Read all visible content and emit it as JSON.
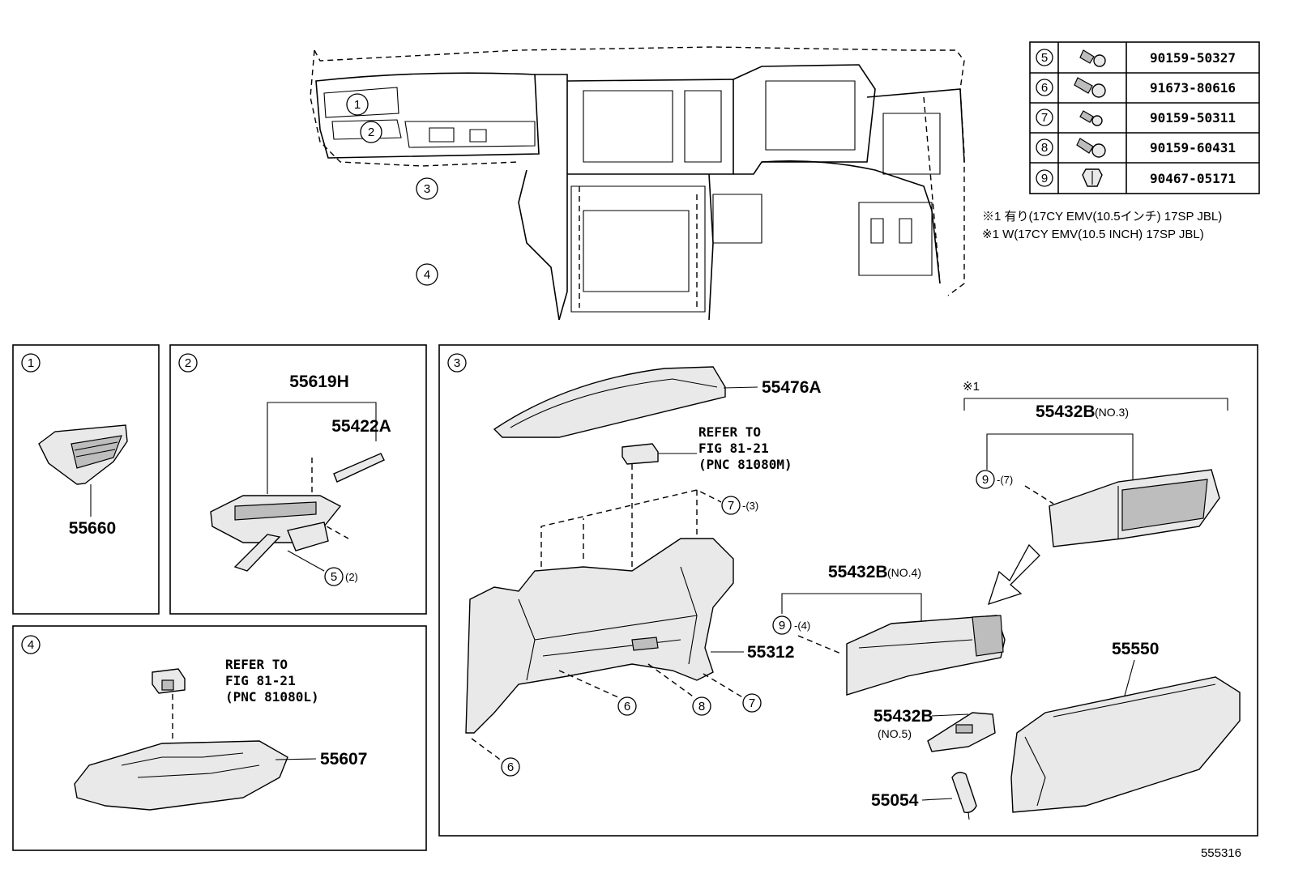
{
  "overview": {
    "callouts": [
      "1",
      "2",
      "3",
      "4"
    ]
  },
  "fastener_table": {
    "rows": [
      {
        "ref": "5",
        "icon": "bolt-icon",
        "part": "90159-50327"
      },
      {
        "ref": "6",
        "icon": "bolt-icon",
        "part": "91673-80616"
      },
      {
        "ref": "7",
        "icon": "bolt-icon",
        "part": "90159-50311"
      },
      {
        "ref": "8",
        "icon": "bolt-icon",
        "part": "90159-60431"
      },
      {
        "ref": "9",
        "icon": "clip-icon",
        "part": "90467-05171"
      }
    ],
    "notes": [
      "※1 有り(17CY EMV(10.5インチ) 17SP JBL)",
      "※1 W(17CY EMV(10.5 INCH) 17SP JBL)"
    ]
  },
  "panel1": {
    "label": "1",
    "parts": {
      "p1": "55660"
    }
  },
  "panel2": {
    "label": "2",
    "parts": {
      "p1": "55619H",
      "p2": "55422A"
    },
    "fastener": {
      "ref": "5",
      "qty": "(2)"
    }
  },
  "panel3": {
    "label": "3",
    "parts": {
      "pad": "55476A",
      "lower": "55312",
      "box_no3": "55432B",
      "box_no3_sub": "(NO.3)",
      "box_no4": "55432B",
      "box_no4_sub": "(NO.4)",
      "box_no5": "55432B",
      "box_no5_sub": "(NO.5)",
      "door": "55550",
      "damper": "55054"
    },
    "note_mark": "※1",
    "refer": [
      "REFER TO",
      "FIG 81-21",
      "(PNC 81080M)"
    ],
    "fasteners": {
      "f7a": {
        "ref": "7",
        "qty": "-(3)"
      },
      "f9a": {
        "ref": "9",
        "qty": "-(7)"
      },
      "f9b": {
        "ref": "9",
        "qty": "-(4)"
      },
      "f6a": {
        "ref": "6"
      },
      "f8": {
        "ref": "8"
      },
      "f7b": {
        "ref": "7"
      },
      "f6b": {
        "ref": "6"
      }
    }
  },
  "panel4": {
    "label": "4",
    "parts": {
      "p1": "55607"
    },
    "refer": [
      "REFER TO",
      "FIG 81-21",
      "(PNC 81080L)"
    ]
  },
  "figure_number": "555316"
}
